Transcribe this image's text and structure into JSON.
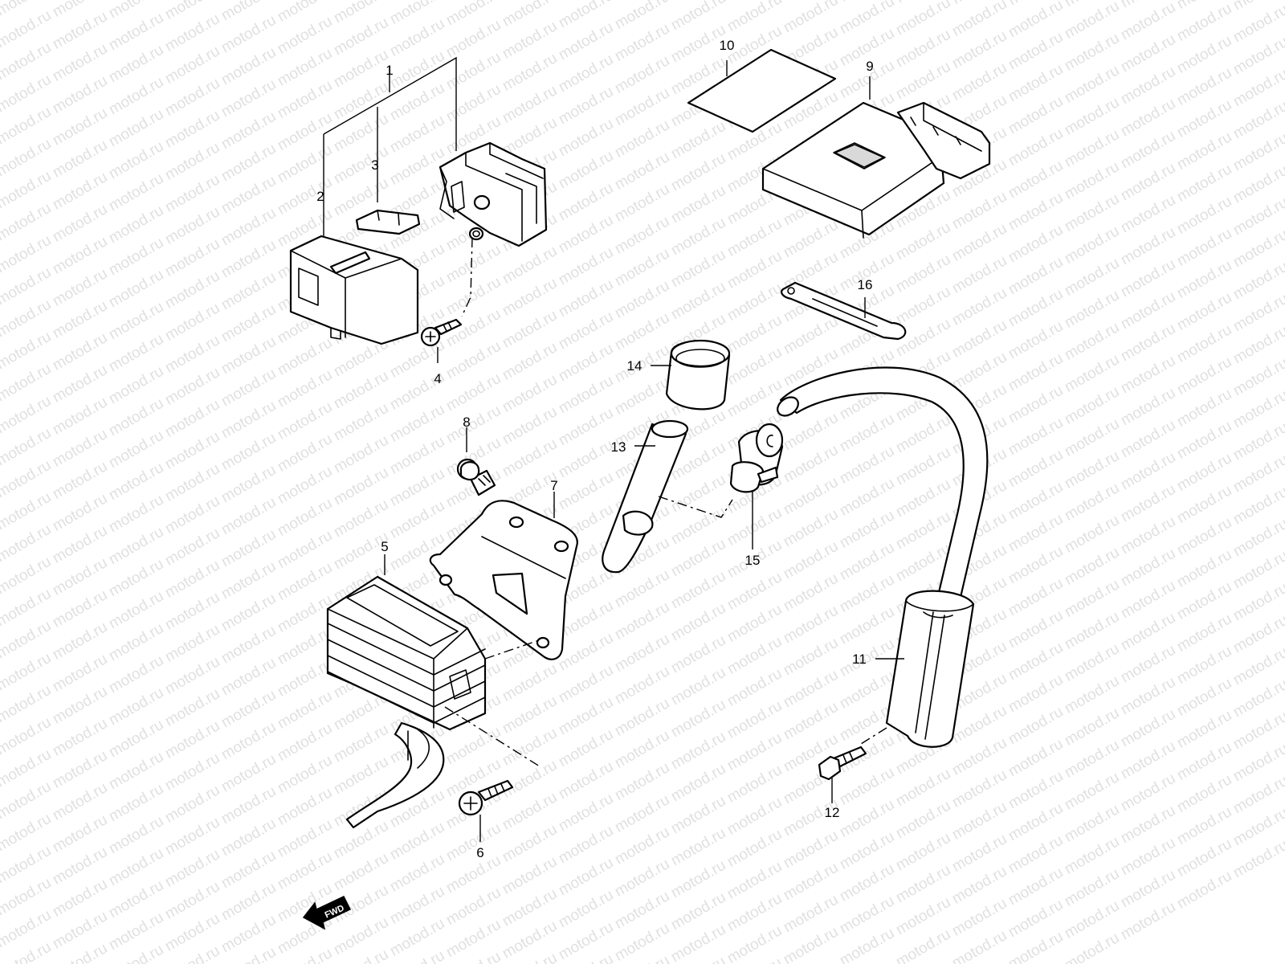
{
  "watermark": "motod.ru",
  "callouts": {
    "c1": "1",
    "c2": "2",
    "c3": "3",
    "c4": "4",
    "c5": "5",
    "c6": "6",
    "c7": "7",
    "c8": "8",
    "c9": "9",
    "c10": "10",
    "c11": "11",
    "c12": "12",
    "c13": "13",
    "c14": "14",
    "c15": "15",
    "c16": "16"
  },
  "fwd_label": "FWD",
  "colors": {
    "line": "#000000",
    "background": "#ffffff",
    "watermark": "#c8c8c8"
  }
}
